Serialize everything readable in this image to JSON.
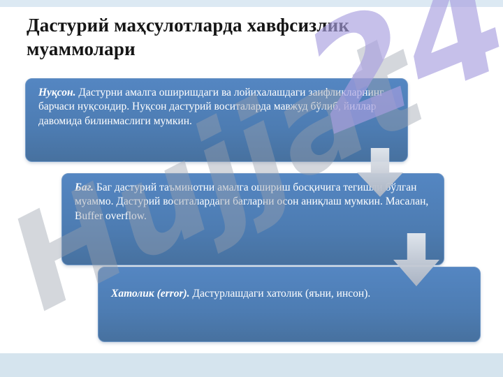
{
  "slide": {
    "title": "Дастурий маҳсулотларда хавфсизлик муаммолари",
    "watermark": {
      "text1": "Hujjat",
      "text2": "24"
    },
    "boxes": [
      {
        "lead": "Нуқсон.",
        "text": "Дастурни амалга оширишдаги ва лойихалашдаги заифликларнинг барчаси нуқсондир. Нуқсон дастурий воситаларда мавжуд бўлиб, йиллар давомида билинмаслиги мумкин."
      },
      {
        "lead": "Баг.",
        "text": "Баг дастурий таъминотни амалга ошириш босқичига тегишли бўлган муаммо. Дастурий воситалардаги багларни осон аниқлаш мумкин. Масалан, Buffer overflow."
      },
      {
        "lead": "Хатолик (error).",
        "text": "Дастурлашдаги хатолик (яъни, инсон)."
      }
    ],
    "colors": {
      "box_blue": "#4f81bd",
      "arrow_gray": "#c3c9d3",
      "watermark_gray": "#9ba1ad",
      "watermark_purple": "#a99fe0",
      "band_blue": "#d5e4ee",
      "title_text": "#151515"
    }
  }
}
